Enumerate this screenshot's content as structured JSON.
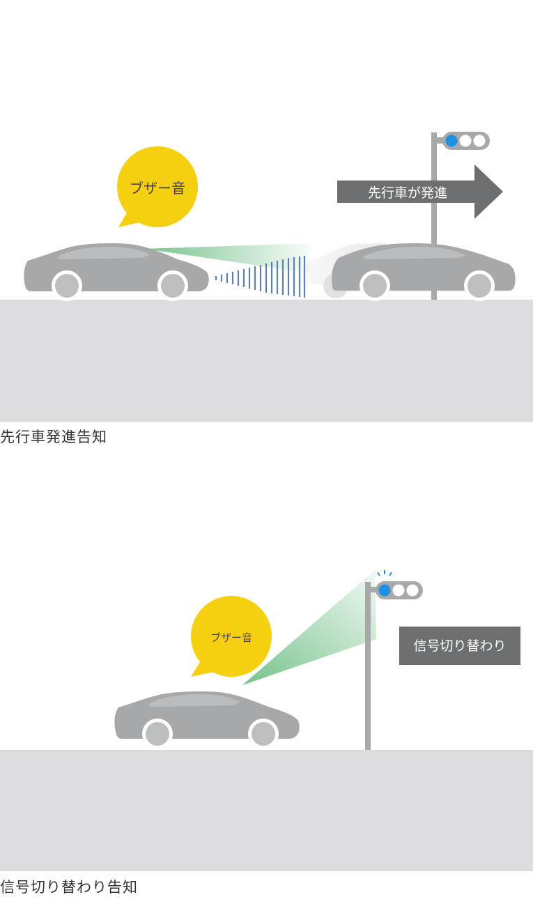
{
  "panels": [
    {
      "caption": "先行車発進告知",
      "bubble_text": "ブザー音",
      "arrow_label": "先行車が発進",
      "signal_active_color": "#1e90e6"
    },
    {
      "caption": "信号切り替わり告知",
      "bubble_text": "ブザー音",
      "label": "信号切り替わり",
      "signal_active_color": "#1e90e6"
    }
  ],
  "colors": {
    "road": "#dcdcde",
    "car": "#a7a8aa",
    "bubble": "#f6cf11",
    "label_box": "#6d6e70",
    "sensor_beam": "#6fbf86",
    "sensor_waves": "#5e82ad"
  }
}
